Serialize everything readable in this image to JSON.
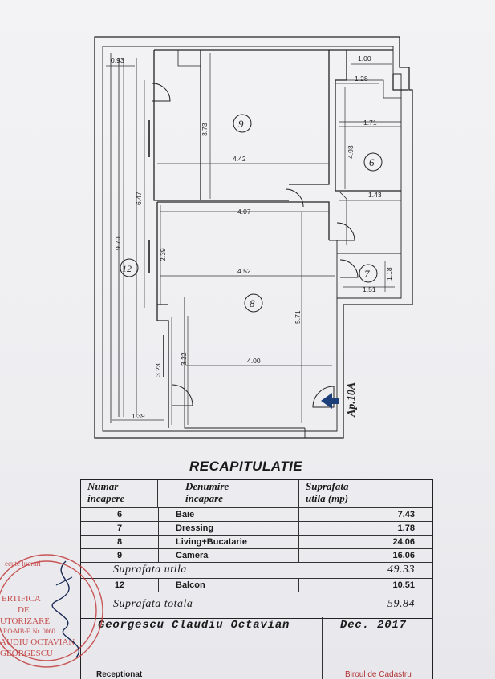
{
  "plan": {
    "dims": {
      "d093": "0.93",
      "d100": "1.00",
      "d128": "1.28",
      "d171": "1.71",
      "d493": "4.93",
      "d143": "1.43",
      "d373": "3.73",
      "d442": "4.42",
      "d647": "6.47",
      "d407": "4.07",
      "d970": "9.70",
      "d239": "2.39",
      "d452": "4.52",
      "d571": "5.71",
      "d118": "1.18",
      "d151": "1.51",
      "d400": "4.00",
      "d323": "3.23",
      "d322": "3.22",
      "d139": "1.39"
    },
    "rooms": {
      "r9": "9",
      "r6": "6",
      "r12": "12",
      "r8": "8",
      "r7": "7"
    },
    "apartment_label": "Ap.10A"
  },
  "recap": {
    "title": "RECAPITULATIE",
    "headers": {
      "numar_1": "Numar",
      "numar_2": "incapere",
      "denumire_1": "Denumire",
      "denumire_2": "incapare",
      "suprafata_1": "Suprafata",
      "suprafata_2": "utila  (mp)"
    },
    "rows": [
      {
        "num": "6",
        "name": "Baie",
        "area": "7.43"
      },
      {
        "num": "7",
        "name": "Dressing",
        "area": "1.78"
      },
      {
        "num": "8",
        "name": "Living+Bucatarie",
        "area": "24.06"
      },
      {
        "num": "9",
        "name": "Camera",
        "area": "16.06"
      }
    ],
    "util_label": "Suprafata utila",
    "util_value": "49.33",
    "balcon": {
      "num": "12",
      "name": "Balcon",
      "area": "10.51"
    },
    "total_label": "Suprafata totala",
    "total_value": "59.84"
  },
  "signature": {
    "name": "Georgescu Claudiu Octavian",
    "date": "Dec. 2017"
  },
  "stamp": {
    "l1": "ecute lucrari",
    "l2": "ERTIFICA",
    "l3": "DE",
    "l4": "UTORIZARE",
    "l5": "RO-MB-F. Nr. 0060",
    "l6": "AUDIU OCTAVIAN",
    "l7": "GEORGESCU"
  },
  "footer": {
    "left": "Receptionat",
    "right": "Biroul de Cadastru"
  }
}
